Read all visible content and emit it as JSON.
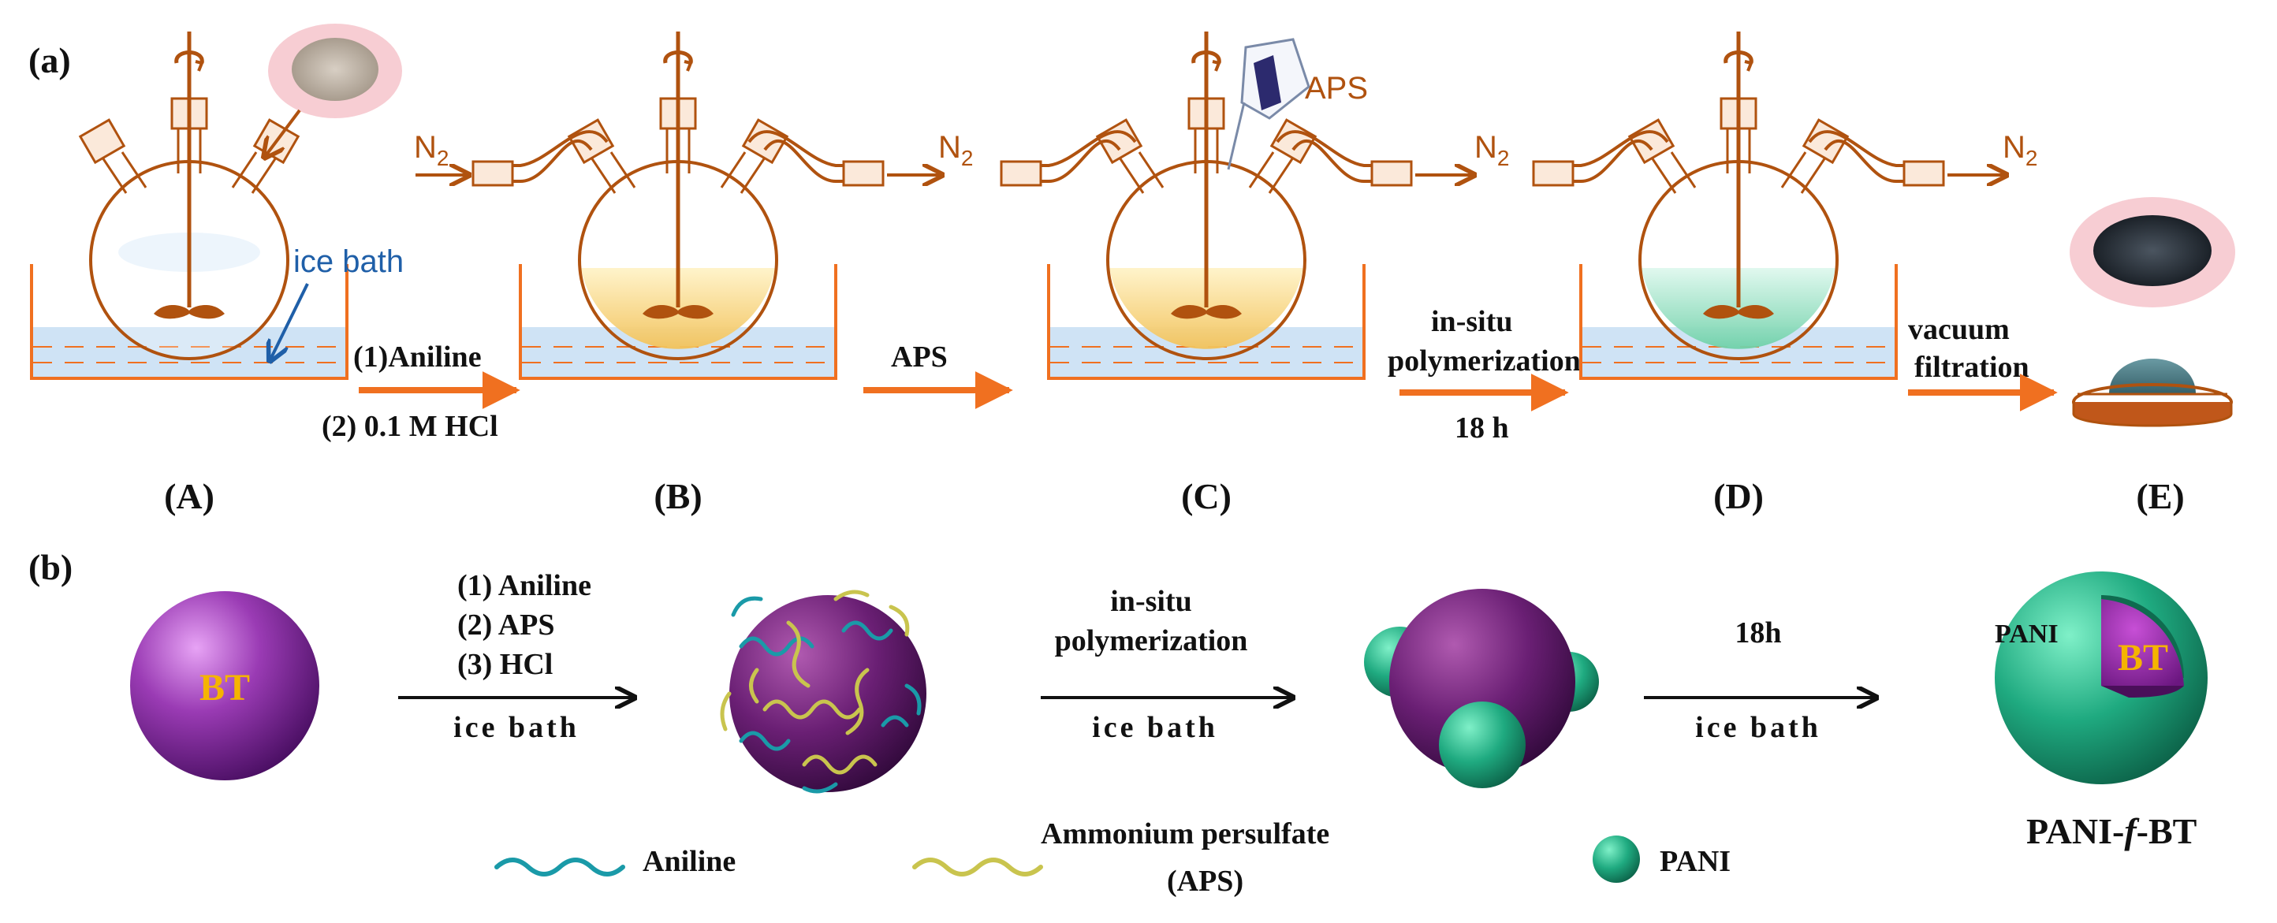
{
  "panel_a": {
    "label": "(a)",
    "stages": [
      "(A)",
      "(B)",
      "(C)",
      "(D)",
      "(E)"
    ],
    "ice_bath": "ice bath",
    "n2": "N",
    "n2_sub": "2",
    "aps_top": "APS",
    "step1_line1": "(1)Aniline",
    "step1_line2": "(2) 0.1 M  HCl",
    "step2": "APS",
    "step3_line1": "in-situ",
    "step3_line2": "polymerization",
    "step3_line3": "18 h",
    "step4_line1": "vacuum",
    "step4_line2": "filtration"
  },
  "panel_b": {
    "label": "(b)",
    "bt": "BT",
    "reagents": [
      "(1) Aniline",
      "(2) APS",
      "(3) HCl"
    ],
    "cond1": "ice bath",
    "poly_line1": "in-situ",
    "poly_line2": "polymerization",
    "cond2": "ice bath",
    "time3": "18h",
    "cond3": "ice bath",
    "pani_label": "PANI",
    "bt_core": "BT",
    "product_pre": "PANI-",
    "product_f": "f",
    "product_post": "-BT"
  },
  "legend": {
    "aniline": "Aniline",
    "aps_line1": "Ammonium persulfate",
    "aps_line2": "(APS)",
    "pani": "PANI"
  },
  "colors": {
    "glass": "#b0520f",
    "arrow": "#f07020",
    "water": "#cfe3f5",
    "bt_purple": "#8a2fa0",
    "pani_green": "#1faa80",
    "bt_text": "#f5b400"
  }
}
